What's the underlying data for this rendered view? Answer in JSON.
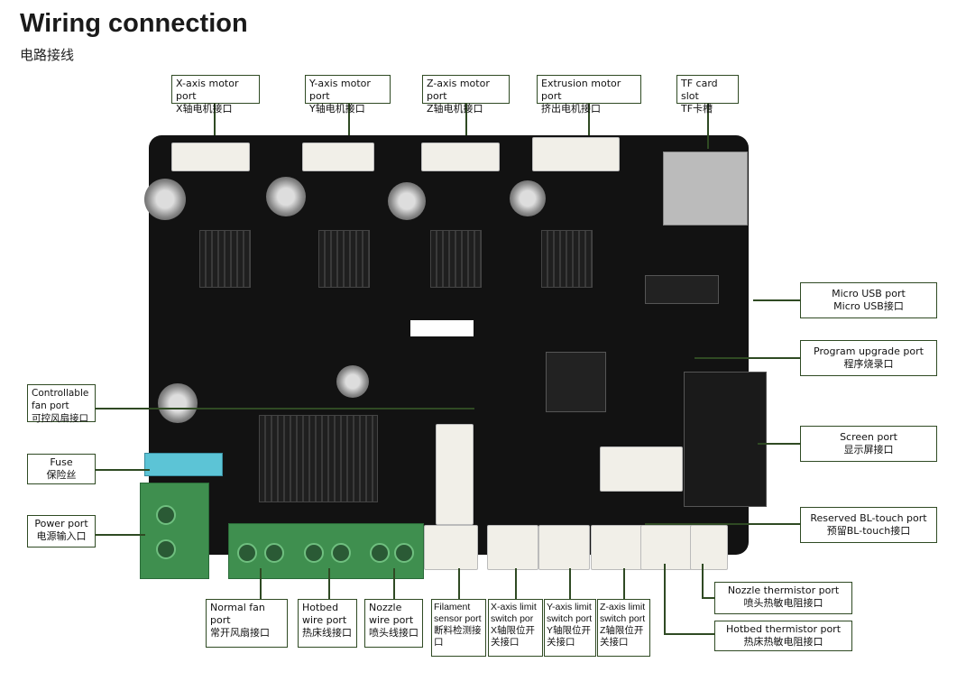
{
  "title": "Wiring connection",
  "subtitle": "电路接线",
  "colors": {
    "label_border": "#2f4a23",
    "board": "#121212",
    "terminal": "#3f8f4f"
  },
  "labels": {
    "x_motor": {
      "en": "X-axis motor port",
      "zh": "X轴电机接口"
    },
    "y_motor": {
      "en": "Y-axis motor port",
      "zh": "Y轴电机接口"
    },
    "z_motor": {
      "en": "Z-axis motor port",
      "zh": "Z轴电机接口"
    },
    "e_motor": {
      "en": "Extrusion motor port",
      "zh": "挤出电机接口"
    },
    "tf": {
      "en": "TF card slot",
      "zh": "TF卡槽"
    },
    "usb": {
      "en": "Micro USB port",
      "zh": "Micro USB接口"
    },
    "program": {
      "en": "Program upgrade port",
      "zh": "程序烧录口"
    },
    "screen": {
      "en": "Screen port",
      "zh": "显示屏接口"
    },
    "bltouch": {
      "en": "Reserved BL-touch port",
      "zh": "预留BL-touch接口"
    },
    "nozzle_therm": {
      "en": "Nozzle thermistor port",
      "zh": "喷头热敏电阻接口"
    },
    "hotbed_therm": {
      "en": "Hotbed thermistor port",
      "zh": "热床热敏电阻接口"
    },
    "ctrl_fan": {
      "en": "Controllable fan port",
      "zh": "可控风扇接口"
    },
    "fuse": {
      "en": "Fuse",
      "zh": "保险丝"
    },
    "power": {
      "en": "Power port",
      "zh": "电源输入口"
    },
    "normal_fan": {
      "en": "Normal fan port",
      "zh": "常开风扇接口"
    },
    "hotbed_wire": {
      "en": "Hotbed wire port",
      "zh": "热床线接口"
    },
    "nozzle_wire": {
      "en": "Nozzle wire port",
      "zh": "喷头线接口"
    },
    "filament": {
      "en": "Filament sensor port",
      "zh": "断料检测接口"
    },
    "x_limit": {
      "en": "X-axis limit switch por",
      "zh": "X轴限位开关接口"
    },
    "y_limit": {
      "en": "Y-axis limit switch port",
      "zh": "Y轴限位开关接口"
    },
    "z_limit": {
      "en": "Z-axis limit switch port",
      "zh": "Z轴限位开关接口"
    }
  }
}
